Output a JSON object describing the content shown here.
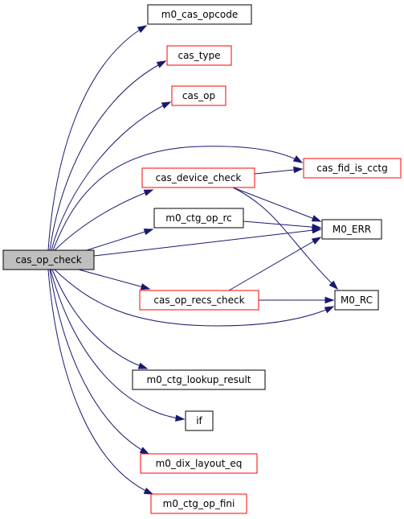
{
  "graph": {
    "colors": {
      "edge": "#191970",
      "normal_border": "#000000",
      "documented_border": "#ff0000",
      "root_fill": "#bfbfbf",
      "node_fill": "#ffffff"
    },
    "nodes": [
      {
        "id": "cas_op_check",
        "label": "cas_op_check",
        "kind": "root"
      },
      {
        "id": "m0_cas_opcode",
        "label": "m0_cas_opcode",
        "kind": "normal"
      },
      {
        "id": "cas_type",
        "label": "cas_type",
        "kind": "red"
      },
      {
        "id": "cas_op",
        "label": "cas_op",
        "kind": "red"
      },
      {
        "id": "cas_fid_is_cctg",
        "label": "cas_fid_is_cctg",
        "kind": "red"
      },
      {
        "id": "cas_device_check",
        "label": "cas_device_check",
        "kind": "red"
      },
      {
        "id": "m0_ctg_op_rc",
        "label": "m0_ctg_op_rc",
        "kind": "normal"
      },
      {
        "id": "M0_ERR",
        "label": "M0_ERR",
        "kind": "normal"
      },
      {
        "id": "cas_op_recs_check",
        "label": "cas_op_recs_check",
        "kind": "red"
      },
      {
        "id": "M0_RC",
        "label": "M0_RC",
        "kind": "normal"
      },
      {
        "id": "m0_ctg_lookup_result",
        "label": "m0_ctg_lookup_result",
        "kind": "normal"
      },
      {
        "id": "if",
        "label": "if",
        "kind": "normal"
      },
      {
        "id": "m0_dix_layout_eq",
        "label": "m0_dix_layout_eq",
        "kind": "red"
      },
      {
        "id": "m0_ctg_op_fini",
        "label": "m0_ctg_op_fini",
        "kind": "red"
      }
    ],
    "edges": [
      {
        "from": "cas_op_check",
        "to": "m0_cas_opcode"
      },
      {
        "from": "cas_op_check",
        "to": "cas_type"
      },
      {
        "from": "cas_op_check",
        "to": "cas_op"
      },
      {
        "from": "cas_op_check",
        "to": "cas_fid_is_cctg"
      },
      {
        "from": "cas_op_check",
        "to": "cas_device_check"
      },
      {
        "from": "cas_op_check",
        "to": "m0_ctg_op_rc"
      },
      {
        "from": "cas_op_check",
        "to": "M0_ERR"
      },
      {
        "from": "cas_op_check",
        "to": "cas_op_recs_check"
      },
      {
        "from": "cas_op_check",
        "to": "M0_RC"
      },
      {
        "from": "cas_op_check",
        "to": "m0_ctg_lookup_result"
      },
      {
        "from": "cas_op_check",
        "to": "if"
      },
      {
        "from": "cas_op_check",
        "to": "m0_dix_layout_eq"
      },
      {
        "from": "cas_op_check",
        "to": "m0_ctg_op_fini"
      },
      {
        "from": "cas_device_check",
        "to": "cas_fid_is_cctg"
      },
      {
        "from": "cas_device_check",
        "to": "M0_ERR"
      },
      {
        "from": "cas_device_check",
        "to": "M0_RC"
      },
      {
        "from": "m0_ctg_op_rc",
        "to": "M0_ERR"
      },
      {
        "from": "cas_op_recs_check",
        "to": "M0_ERR"
      },
      {
        "from": "cas_op_recs_check",
        "to": "M0_RC"
      }
    ]
  }
}
